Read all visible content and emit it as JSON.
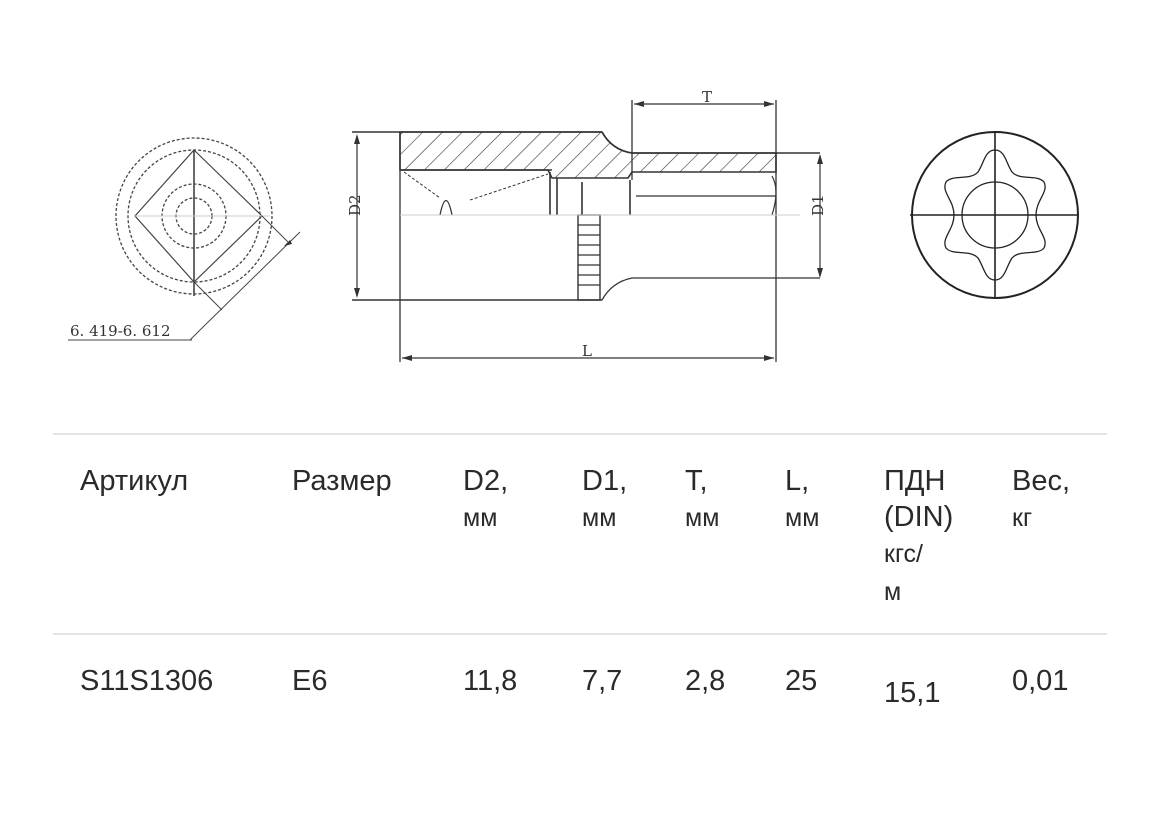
{
  "drawing": {
    "left_view": {
      "dimension_label": "6. 419-6. 612"
    },
    "side_view": {
      "label_T": "T",
      "label_D2": "D2",
      "label_D1": "D1",
      "label_L": "L"
    },
    "right_view": {
      "profile": "torx-e-star-6-lobe"
    }
  },
  "table": {
    "headers": [
      {
        "line1": "Артикул",
        "line2": "",
        "line3": "",
        "line4": ""
      },
      {
        "line1": "Размер",
        "line2": "",
        "line3": "",
        "line4": ""
      },
      {
        "line1": "D2,",
        "line2": "мм",
        "line3": "",
        "line4": ""
      },
      {
        "line1": "D1,",
        "line2": "мм",
        "line3": "",
        "line4": ""
      },
      {
        "line1": "T,",
        "line2": "мм",
        "line3": "",
        "line4": ""
      },
      {
        "line1": "L,",
        "line2": "мм",
        "line3": "",
        "line4": ""
      },
      {
        "line1": "ПДН",
        "line2": "(DIN)",
        "line3": "кгс/",
        "line4": "м"
      },
      {
        "line1": "Вес,",
        "line2": "кг",
        "line3": "",
        "line4": ""
      }
    ],
    "rows": [
      [
        "S11S1306",
        "E6",
        "11,8",
        "7,7",
        "2,8",
        "25",
        "15,1",
        "0,01"
      ]
    ]
  }
}
